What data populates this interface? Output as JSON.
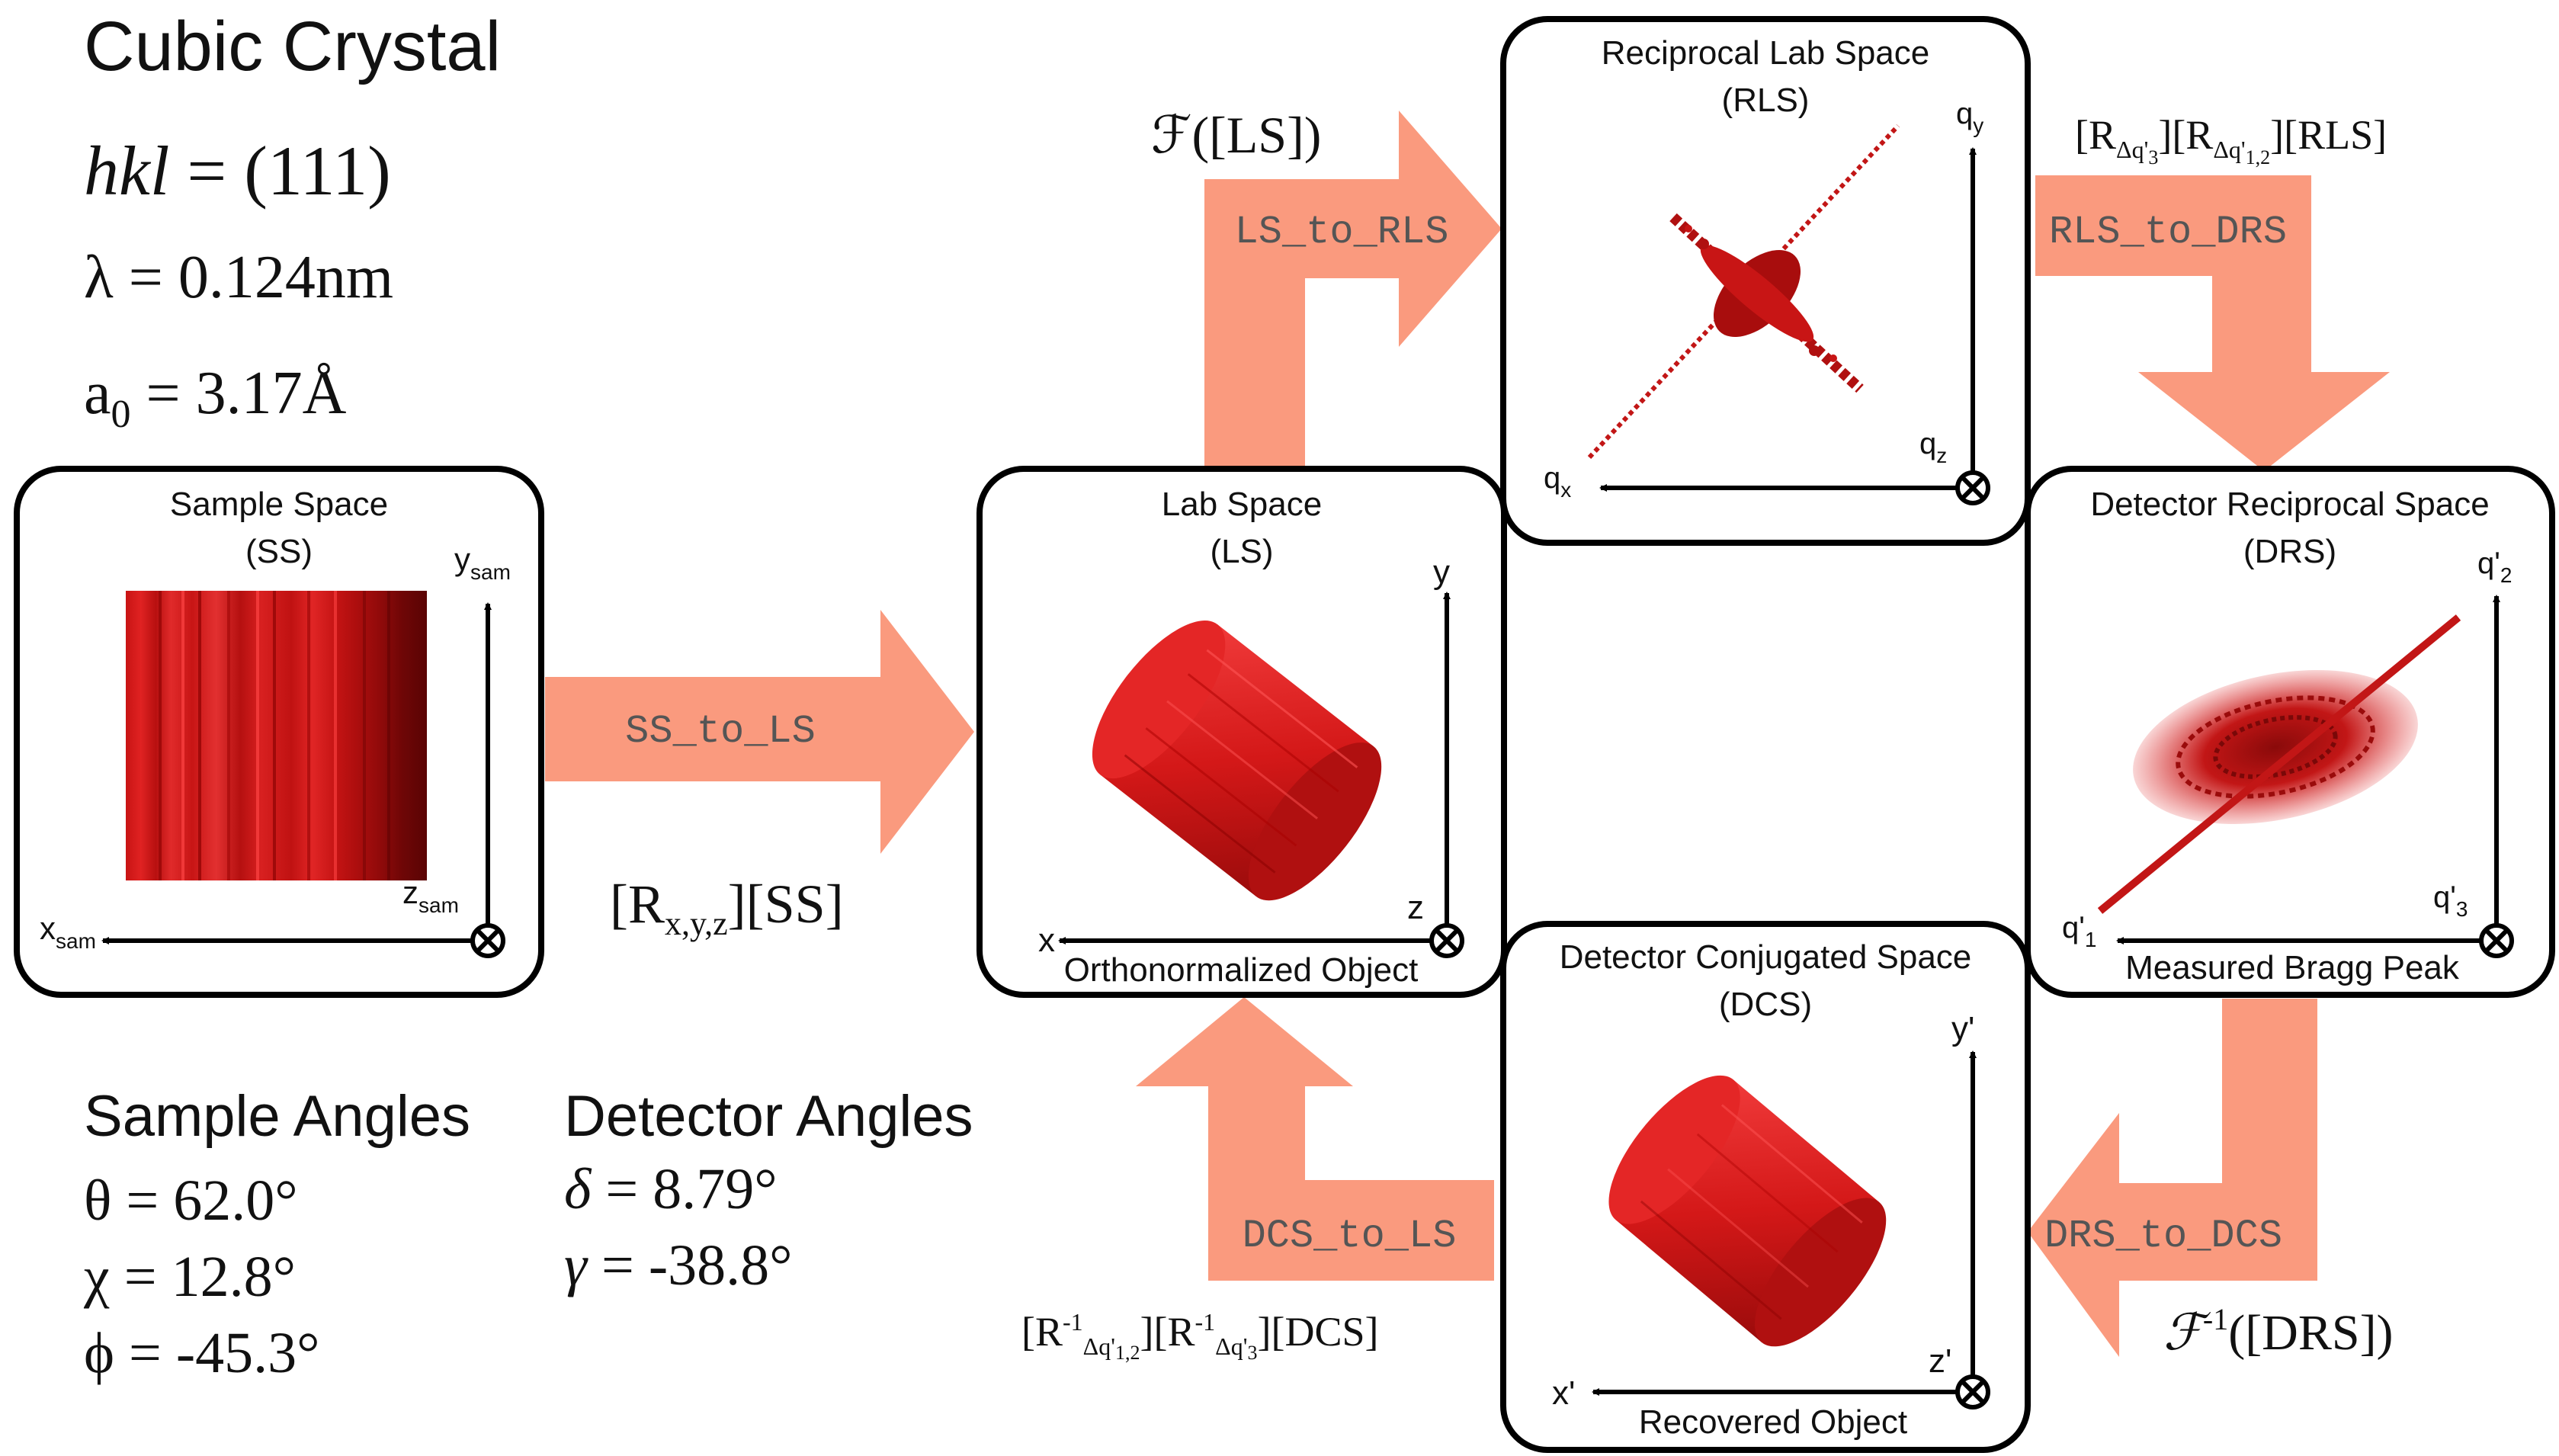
{
  "colors": {
    "arrow": "#fa9a7e",
    "object_red": "#d81a1a",
    "object_dark": "#8a0a0a",
    "box_border": "#000000",
    "text": "#111111",
    "func_text": "#555555"
  },
  "info": {
    "title": "Cubic Crystal",
    "hkl_label": "hkl",
    "hkl_value": " = (111)",
    "wavelength_prefix": "λ",
    "wavelength_value": " = 0.124nm",
    "lattice_prefix": "a",
    "lattice_sub": "0",
    "lattice_value": " = 3.17Å"
  },
  "sample_angles": {
    "heading": "Sample Angles",
    "theta": "θ = 62.0°",
    "chi": "χ = 12.8°",
    "phi": "ϕ = -45.3°"
  },
  "detector_angles": {
    "heading": "Detector Angles",
    "delta_sym": "δ",
    "delta_val": " = 8.79°",
    "gamma_sym": "γ",
    "gamma_val": " = -38.8°"
  },
  "spaces": {
    "ss": {
      "title": "Sample Space",
      "abbr": "(SS)",
      "axis_y": "y",
      "axis_y_sub": "sam",
      "axis_x": "x",
      "axis_x_sub": "sam",
      "axis_z": "z",
      "axis_z_sub": "sam"
    },
    "ls": {
      "title": "Lab Space",
      "abbr": "(LS)",
      "axis_y": "y",
      "axis_x": "x",
      "axis_z": "z",
      "caption": "Orthonormalized Object"
    },
    "rls": {
      "title": "Reciprocal Lab Space",
      "abbr": "(RLS)",
      "axis_y": "q",
      "axis_y_sub": "y",
      "axis_x": "q",
      "axis_x_sub": "x",
      "axis_z": "q",
      "axis_z_sub": "z"
    },
    "drs": {
      "title": "Detector Reciprocal Space",
      "abbr": "(DRS)",
      "axis_y": "q'",
      "axis_y_sub": "2",
      "axis_x": "q'",
      "axis_x_sub": "1",
      "axis_z": "q'",
      "axis_z_sub": "3",
      "caption": "Measured Bragg Peak"
    },
    "dcs": {
      "title": "Detector Conjugated Space",
      "abbr": "(DCS)",
      "axis_y": "y'",
      "axis_x": "x'",
      "axis_z": "z'",
      "caption": "Recovered Object"
    }
  },
  "transforms": {
    "ss_to_ls": {
      "func": "SS_to_LS",
      "op_a": "[R",
      "op_sub": "x,y,z",
      "op_b": "][SS]"
    },
    "ls_to_rls": {
      "func": "LS_to_RLS",
      "op_a": "ℱ([LS])"
    },
    "rls_to_drs": {
      "func": "RLS_to_DRS",
      "op_a": "[R",
      "op_sub1": "Δq'",
      "op_sub1b": "3",
      "op_b": "][R",
      "op_sub2": "Δq'",
      "op_sub2b": "1,2",
      "op_c": "][RLS]"
    },
    "drs_to_dcs": {
      "func": "DRS_to_DCS",
      "op_a": "ℱ",
      "op_sup": "-1",
      "op_b": "([DRS])"
    },
    "dcs_to_ls": {
      "func": "DCS_to_LS",
      "op_a": "[R",
      "op_sup1": "-1",
      "op_sub1": "Δq'",
      "op_sub1b": "1,2",
      "op_b": "][R",
      "op_sup2": "-1",
      "op_sub2": "Δq'",
      "op_sub2b": "3",
      "op_c": "][DCS]"
    }
  }
}
